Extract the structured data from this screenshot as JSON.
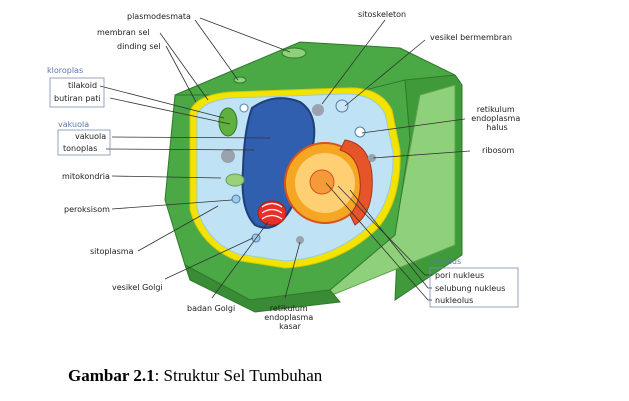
{
  "labels": {
    "plasmodesmata": "plasmodesmata",
    "membran_sel": "membran sel",
    "dinding_sel": "dinding sel",
    "kloroplas": "kloroplas",
    "tilakoid": "tilakoid",
    "butiran_pati": "butiran pati",
    "vakuola_group": "vakuola",
    "vakuola": "vakuola",
    "tonoplas": "tonoplas",
    "mitokondria": "mitokondria",
    "peroksisom": "peroksisom",
    "sitoplasma": "sitoplasma",
    "vesikel_golgi": "vesikel Golgi",
    "badan_golgi": "badan Golgi",
    "retikulum_kasar": [
      "retikulum",
      "endoplasma",
      "kasar"
    ],
    "sitoskeleton": "sitoskeleton",
    "vesikel_bermembran": "vesikel bermembran",
    "retikulum_halus": [
      "retikulum",
      "endoplasma",
      "halus"
    ],
    "ribosom": "ribosom",
    "nukleus_group": "nukleus",
    "pori_nukleus": "pori nukleus",
    "selubung_nukleus": "selubung nukleus",
    "nukleolus": "nukleolus"
  },
  "caption": {
    "bold": "Gambar 2.1",
    "rest": ": Struktur Sel Tumbuhan"
  },
  "colors": {
    "wall_dark": "#3f9a3a",
    "wall_light": "#7cc36a",
    "membrane": "#f2e300",
    "cytoplasm": "#bfe3f5",
    "vacuole": "#2f5fae",
    "nucleus_outer": "#f5a623",
    "nucleus_inner": "#ffd27a",
    "golgi": "#e8302a",
    "chloroplast": "#5fb03c",
    "label_group": "#5a78a8"
  }
}
